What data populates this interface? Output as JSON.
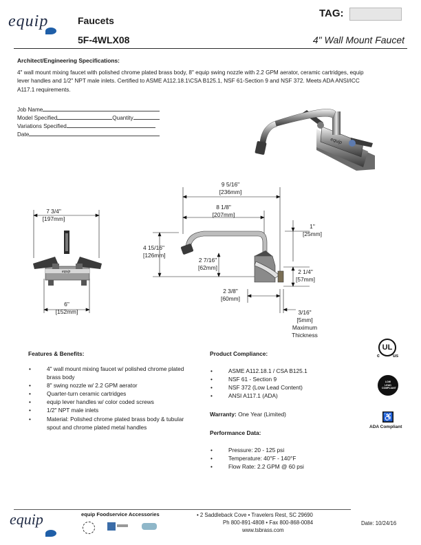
{
  "header": {
    "brand": "equip",
    "category": "Faucets",
    "model": "5F-4WLX08",
    "tag_label": "TAG:",
    "product_title": "4\" Wall Mount Faucet"
  },
  "specs": {
    "heading": "Architect/Engineering Specifications:",
    "lines": [
      "4\" wall mount mixing faucet with polished chrome plated brass body, 8\" equip swing nozzle with 2.2 GPM aerator, ceramic cartridges, equip",
      "lever handles and 1/2\" NPT male inlets.  Certified to ASME A112.18.1\\CSA B125.1, NSF 61-Section 9 and NSF 372.  Meets ADA ANSI/ICC",
      "A117.1 requirements."
    ]
  },
  "job_fields": {
    "job_name": "Job Name",
    "model_specified": "Model Specified",
    "quantity": "Quantity",
    "variations_specified": "Variations Specified",
    "date": "Date"
  },
  "dimensions": {
    "front_width": "7 3/4\"",
    "front_width_mm": "197mm",
    "front_centers": "6\"",
    "front_centers_mm": "152mm",
    "side_total": "9 5/16\"",
    "side_total_mm": "236mm",
    "side_reach": "8 1/8\"",
    "side_reach_mm": "207mm",
    "side_height": "4 15/16\"",
    "side_height_mm": "126mm",
    "spout_drop": "2 7/16\"",
    "spout_drop_mm": "62mm",
    "top_offset": "1\"",
    "top_offset_mm": "25mm",
    "body_height": "2 1/4\"",
    "body_height_mm": "57mm",
    "body_depth": "2 3/8\"",
    "body_depth_mm": "60mm",
    "wall_thickness": "3/16\"",
    "wall_thickness_mm": "5mm",
    "max_thickness_label_1": "Maximum",
    "max_thickness_label_2": "Thickness",
    "product_stamp": "equip"
  },
  "features": {
    "heading": "Features & Benefits:",
    "items": [
      [
        "4\" wall mount mixing faucet w/ polished chrome plated",
        "brass body"
      ],
      [
        "8\" swing nozzle w/ 2.2 GPM aerator"
      ],
      [
        "Quarter-turn ceramic cartridges"
      ],
      [
        "equip lever handles w/ color coded screws"
      ],
      [
        "1/2\" NPT male inlets"
      ],
      [
        "Material: Polished chrome plated brass body & tubular",
        "spout and chrome plated metal handles"
      ]
    ]
  },
  "compliance": {
    "heading": "Product Compliance:",
    "items": [
      "ASME A112.18.1 / CSA B125.1",
      "NSF 61 - Section 9",
      "NSF 372 (Low Lead Content)",
      "ANSI A117.1 (ADA)"
    ],
    "warranty_label": "Warranty:",
    "warranty_value": "One Year (Limited)",
    "performance_heading": "Performance Data:",
    "performance_items": [
      "Pressure: 20 - 125 psi",
      "Temperature: 40°F - 140°F",
      "Flow Rate:  2.2 GPM @ 60 psi"
    ]
  },
  "badges": {
    "ul_mark": "UL",
    "ul_c": "c",
    "ul_us": "us",
    "low_lead": "LOW LEAD COMPLIANT",
    "ada": "ADA Compliant"
  },
  "footer": {
    "brand": "equip",
    "subbrand": "equip Foodservice Accessories",
    "address": "• 2 Saddleback Cove • Travelers Rest, SC 29690",
    "phone": "Ph 800-891-4808 • Fax 800-868-0084",
    "web": "www.tsbrass.com",
    "date": "Date: 10/24/16"
  }
}
